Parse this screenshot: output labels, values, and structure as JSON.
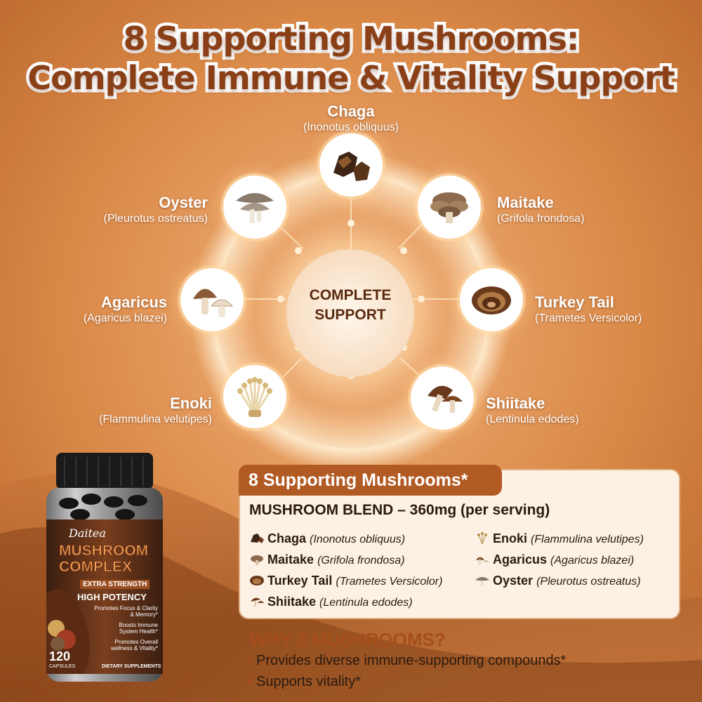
{
  "title": {
    "line1": "8 Supporting Mushrooms:",
    "line2": "Complete Immune & Vitality Support"
  },
  "center": {
    "line1": "COMPLETE",
    "line2": "SUPPORT"
  },
  "mushrooms": [
    {
      "name": "Chaga",
      "sci": "(Inonotus obliquus)",
      "icon": "chaga-icon"
    },
    {
      "name": "Maitake",
      "sci": "(Grifola frondosa)",
      "icon": "maitake-icon"
    },
    {
      "name": "Turkey Tail",
      "sci": "(Trametes Versicolor)",
      "icon": "turkey-tail-icon"
    },
    {
      "name": "Shiitake",
      "sci": "(Lentinula edodes)",
      "icon": "shiitake-icon"
    },
    {
      "name": "Enoki",
      "sci": "(Flammulina velutipes)",
      "icon": "enoki-icon"
    },
    {
      "name": "Agaricus",
      "sci": "(Agaricus blazei)",
      "icon": "agaricus-icon"
    },
    {
      "name": "Oyster",
      "sci": "(Pleurotus ostreatus)",
      "icon": "oyster-icon"
    }
  ],
  "panel": {
    "heading": "8 Supporting Mushrooms*",
    "blend": "MUSHROOM BLEND – 360mg (per serving)",
    "items": [
      {
        "name": "Chaga",
        "sci": "(Inonotus obliquus)"
      },
      {
        "name": "Maitake",
        "sci": "(Grifola frondosa)"
      },
      {
        "name": "Turkey Tail",
        "sci": "(Trametes Versicolor)"
      },
      {
        "name": "Shiitake",
        "sci": "(Lentinula edodes)"
      },
      {
        "name": "Enoki",
        "sci": "(Flammulina velutipes)"
      },
      {
        "name": "Agaricus",
        "sci": "(Agaricus blazei)"
      },
      {
        "name": "Oyster",
        "sci": "(Pleurotus ostreatus)"
      }
    ]
  },
  "why": {
    "heading": "WHY 8 MUSHROOMS?",
    "bullets": [
      "Provides diverse immune-supporting compounds*",
      "Supports vitality*"
    ]
  },
  "bottle": {
    "brand": "Daitea",
    "product_line1": "MUSHROOM",
    "product_line2": "COMPLEX",
    "strength": "EXTRA STRENGTH",
    "potency": "HIGH POTENCY",
    "claims": [
      "Promotes Focus & Clarity & Memory*",
      "Boosts Immune System Health*",
      "Promotes Overall wellness & Vitality*"
    ],
    "count": "120",
    "count_unit": "CAPSULES",
    "category": "DIETARY SUPPLEMENTS"
  },
  "colors": {
    "brand_brown": "#b25a23",
    "title_text": "#8a3f16",
    "panel_bg": "#fcf1e4",
    "accent": "#a64f1c"
  }
}
